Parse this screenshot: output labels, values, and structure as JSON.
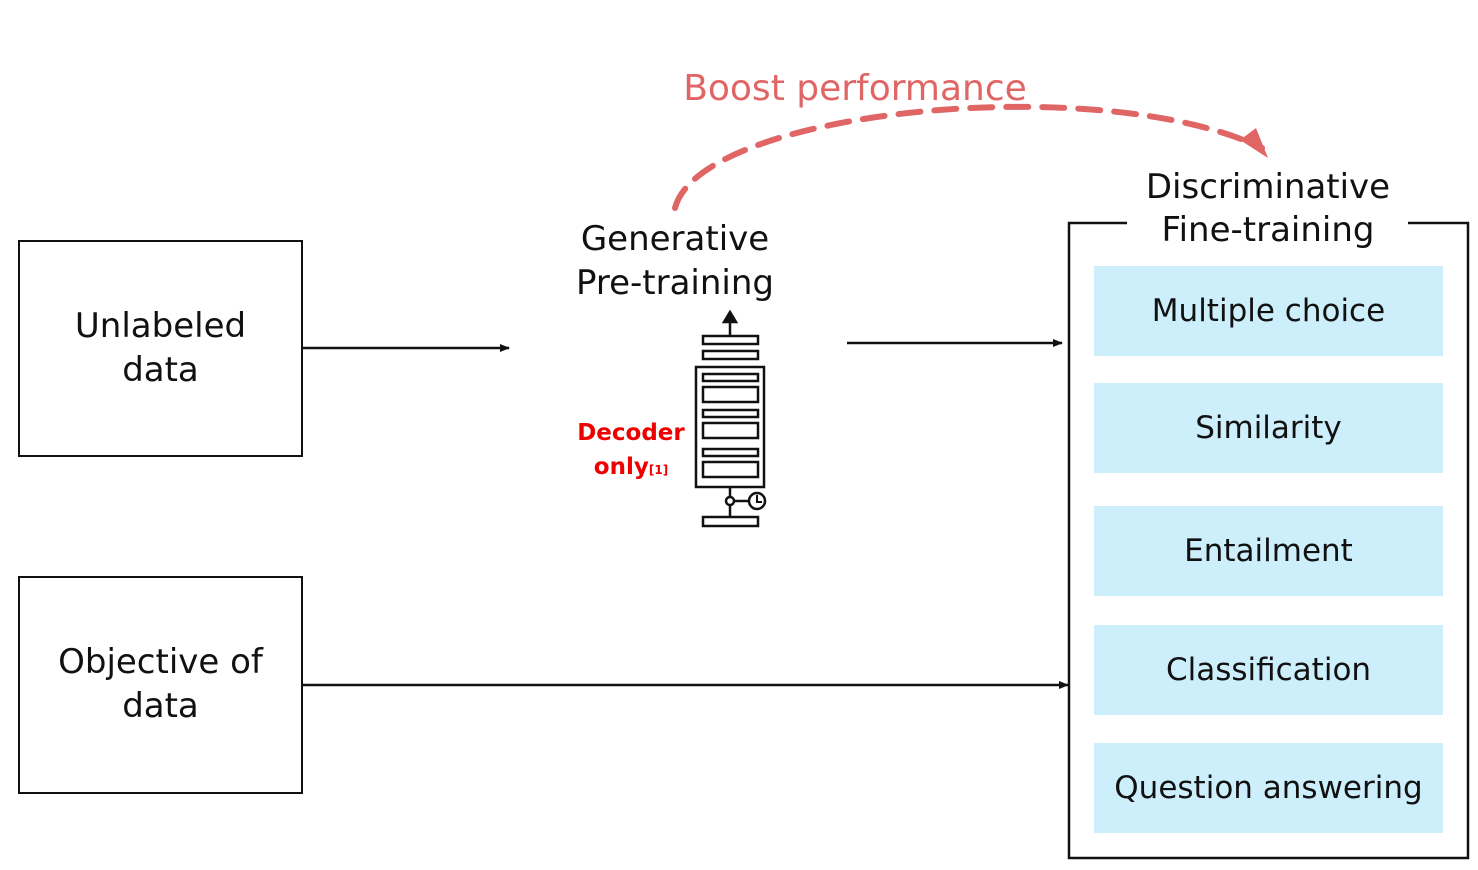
{
  "inputs": {
    "unlabeled": "Unlabeled\ndata",
    "objective": "Objective of\ndata"
  },
  "pretraining": {
    "title": "Generative\nPre-training",
    "decoder_label": "Decoder\nonly",
    "citation": "[1]"
  },
  "boost": {
    "label": "Boost performance",
    "color": "#e06666"
  },
  "finetuning": {
    "title": "Discriminative\nFine-training",
    "tasks": [
      "Multiple choice",
      "Similarity",
      "Entailment",
      "Classification",
      "Question answering"
    ],
    "task_color": "#cdeefb"
  },
  "decoder_label_color": "#ee0000"
}
